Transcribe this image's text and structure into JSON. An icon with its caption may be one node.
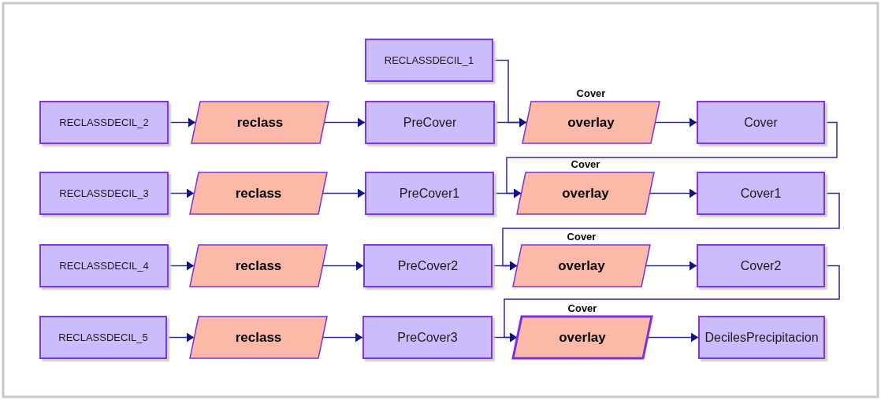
{
  "diagram": {
    "nodes": [
      {
        "text": [
          "RECLASSDECIL_1"
        ]
      },
      {
        "text": [
          "RECLASSDECIL_2"
        ]
      },
      {
        "text": [
          "reclass"
        ]
      },
      {
        "text": [
          "PreCover"
        ]
      },
      {
        "text": [
          "overlay"
        ],
        "beside": [
          "Cover"
        ]
      },
      {
        "text": [
          "Cover"
        ]
      },
      {
        "text": [
          "RECLASSDECIL_3"
        ]
      },
      {
        "text": [
          "reclass"
        ]
      },
      {
        "text": [
          "PreCover1"
        ]
      },
      {
        "text": [
          "overlay"
        ],
        "beside": [
          "Cover"
        ]
      },
      {
        "text": [
          "Cover1"
        ]
      },
      {
        "text": [
          "RECLASSDECIL_4"
        ]
      },
      {
        "text": [
          "reclass"
        ]
      },
      {
        "text": [
          "PreCover2"
        ]
      },
      {
        "text": [
          "overlay"
        ],
        "beside": [
          "Cover"
        ]
      },
      {
        "text": [
          "Cover2"
        ]
      },
      {
        "text": [
          "RECLASSDECIL_5"
        ]
      },
      {
        "text": [
          "reclass"
        ]
      },
      {
        "text": [
          "PreCover3"
        ]
      },
      {
        "text": [
          "overlay"
        ],
        "beside": [
          "Cover"
        ]
      },
      {
        "text": [
          "DecilesPrecipitacion"
        ]
      }
    ],
    "edges": [
      {
        "from": 0,
        "to": 4,
        "arrow": "to"
      },
      {
        "from": 1,
        "to": 2,
        "arrow": "to"
      },
      {
        "from": 2,
        "to": 3,
        "arrow": "to"
      },
      {
        "from": 3,
        "to": 4,
        "arrow": "to"
      },
      {
        "from": 4,
        "to": 5,
        "arrow": "to"
      },
      {
        "from": 5,
        "to": 9,
        "arrow": "to"
      },
      {
        "from": 6,
        "to": 7,
        "arrow": "to"
      },
      {
        "from": 7,
        "to": 8,
        "arrow": "to"
      },
      {
        "from": 8,
        "to": 9,
        "arrow": "to"
      },
      {
        "from": 9,
        "to": 10,
        "arrow": "to"
      },
      {
        "from": 10,
        "to": 14,
        "arrow": "to"
      },
      {
        "from": 11,
        "to": 12,
        "arrow": "to"
      },
      {
        "from": 12,
        "to": 13,
        "arrow": "to"
      },
      {
        "from": 13,
        "to": 14,
        "arrow": "to"
      },
      {
        "from": 14,
        "to": 15,
        "arrow": "to"
      },
      {
        "from": 15,
        "to": 19,
        "arrow": "to"
      },
      {
        "from": 16,
        "to": 17,
        "arrow": "to"
      },
      {
        "from": 17,
        "to": 18,
        "arrow": "to"
      },
      {
        "from": 18,
        "to": 19,
        "arrow": "to"
      },
      {
        "from": 19,
        "to": 20,
        "arrow": "to"
      }
    ]
  }
}
